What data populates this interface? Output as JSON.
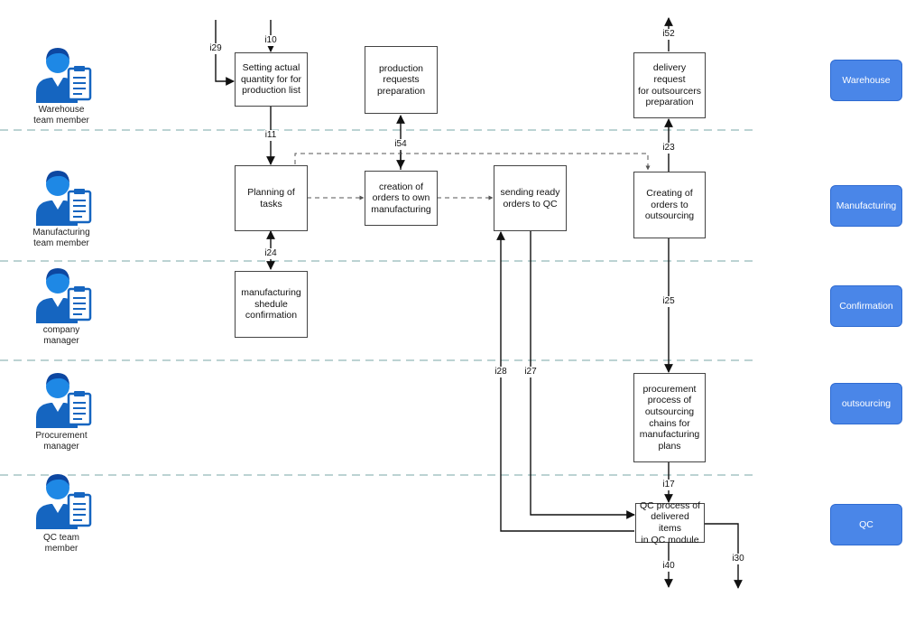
{
  "lanes": [
    {
      "id": "warehouse",
      "role": "Warehouse\nteam member",
      "button": "Warehouse"
    },
    {
      "id": "manufacturing",
      "role": "Manufacturing\nteam member",
      "button": "Manufacturing"
    },
    {
      "id": "confirmation",
      "role": "company\nmanager",
      "button": "Confirmation"
    },
    {
      "id": "outsourcing",
      "role": "Procurement\nmanager",
      "button": "outsourcing"
    },
    {
      "id": "qc",
      "role": "QC team\nmember",
      "button": "QC"
    }
  ],
  "boxes": {
    "setting_quantity": "Setting actual\nquantity for for\nproduction list",
    "production_requests": "production\nrequests\npreparation",
    "delivery_request": "delivery request\nfor outsourcers\npreparation",
    "planning": "Planning of\ntasks",
    "creation_orders": "creation of\norders to own\nmanufacturing",
    "sending_orders": "sending ready\norders to QC",
    "creating_outsourcing": "Creating of\norders to\noutsourcing",
    "schedule_confirmation": "manufacturing\nshedule\nconfirmation",
    "procurement_process": "procurement\nprocess of\noutsourcing\nchains for\nmanufacturing\nplans",
    "qc_process": "QC process of\ndelivered items\nin QC module"
  },
  "flows": {
    "i29": "i29",
    "i10": "i10",
    "i11": "i11",
    "i54": "i54",
    "i52": "i52",
    "i23": "i23",
    "i24": "i24",
    "i25": "i25",
    "i28": "i28",
    "i27": "i27",
    "i17": "i17",
    "i40": "i40",
    "i30": "i30"
  },
  "colors": {
    "lane_button": "#4a86e8",
    "lane_divider": "#7aa7a7",
    "line": "#111111"
  }
}
